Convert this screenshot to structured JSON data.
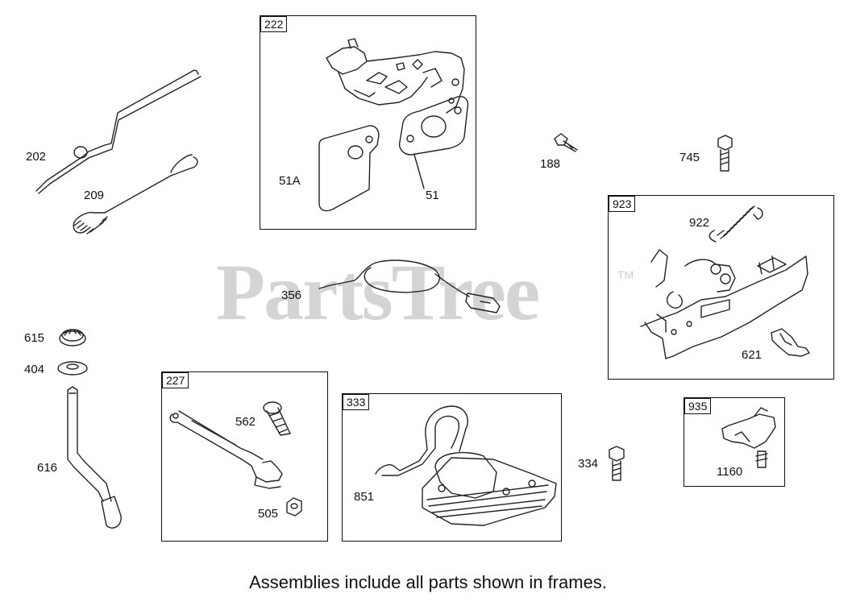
{
  "watermark": {
    "text": "PartsTree",
    "tm": "TM"
  },
  "frames": [
    {
      "id": "222"
    },
    {
      "id": "923"
    },
    {
      "id": "227"
    },
    {
      "id": "333"
    },
    {
      "id": "935"
    }
  ],
  "labels": {
    "p202": "202",
    "p209": "209",
    "p51a": "51A",
    "p51": "51",
    "p188": "188",
    "p745": "745",
    "p922": "922",
    "p621": "621",
    "p356": "356",
    "p615": "615",
    "p404": "404",
    "p616": "616",
    "p562": "562",
    "p505": "505",
    "p851": "851",
    "p334": "334",
    "p1160": "1160"
  },
  "caption": "Assemblies include all parts shown in frames."
}
